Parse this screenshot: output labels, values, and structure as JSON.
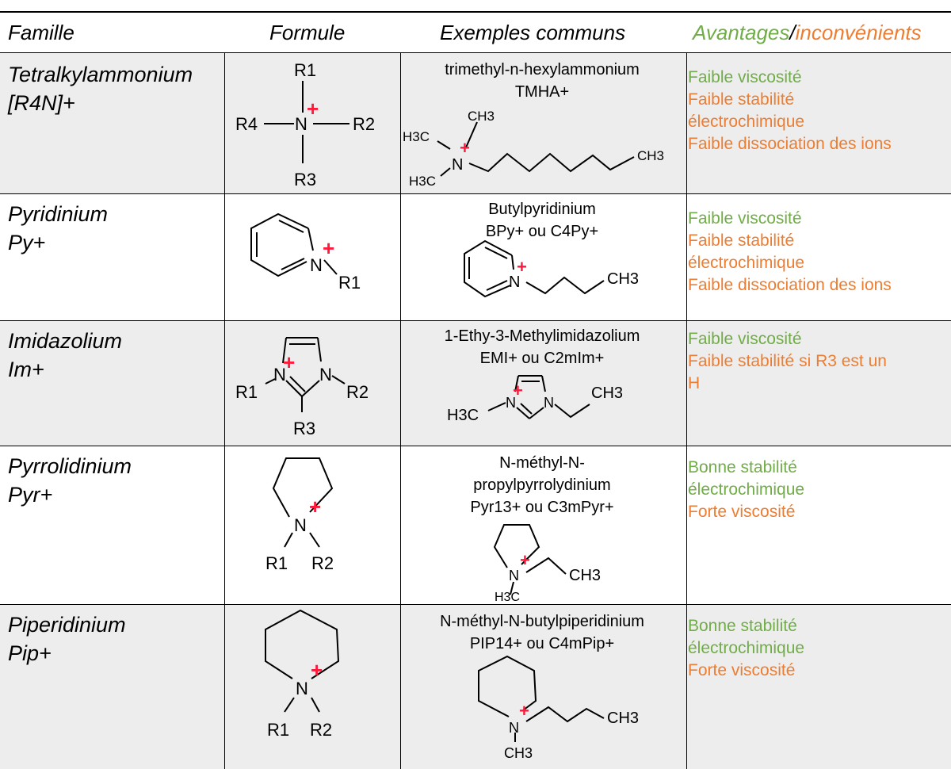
{
  "headers": {
    "famille": "Famille",
    "formule": "Formule",
    "exemples": "Exemples communs",
    "avantages": "Avantages",
    "slash": "/",
    "inconvenients": "inconvénients"
  },
  "rows": [
    {
      "family_name": "Tetralkylammonium",
      "family_formula": "[R4N]+",
      "example_lines": [
        "trimethyl-n-hexylammonium",
        "TMHA+"
      ],
      "pros": [
        "Faible viscosité"
      ],
      "cons": [
        "Faible stabilité",
        "électrochimique",
        "Faible dissociation des ions"
      ]
    },
    {
      "family_name": "Pyridinium",
      "family_formula": "Py+",
      "example_lines": [
        "Butylpyridinium",
        "BPy+ ou C4Py+"
      ],
      "pros": [
        "Faible viscosité"
      ],
      "cons": [
        "Faible stabilité",
        "électrochimique",
        "Faible dissociation des ions"
      ]
    },
    {
      "family_name": "Imidazolium",
      "family_formula": "Im+",
      "example_lines": [
        "1-Ethy-3-Methylimidazolium",
        "EMI+ ou C2mIm+"
      ],
      "pros": [
        "Faible viscosité"
      ],
      "cons": [
        "Faible stabilité si R3 est un",
        "H"
      ]
    },
    {
      "family_name": "Pyrrolidinium",
      "family_formula": "Pyr+",
      "example_lines": [
        "N-méthyl-N-",
        "propylpyrrolydinium",
        "Pyr13+ ou C3mPyr+"
      ],
      "pros": [
        "Bonne stabilité",
        "électrochimique"
      ],
      "cons": [
        "Forte viscosité"
      ]
    },
    {
      "family_name": "Piperidinium",
      "family_formula": "Pip+",
      "example_lines": [
        "N-méthyl-N-butylpiperidinium",
        "PIP14+ ou C4mPip+"
      ],
      "pros": [
        "Bonne stabilité",
        "électrochimique"
      ],
      "cons": [
        "Forte viscosité"
      ]
    }
  ],
  "structure_labels": {
    "r1": "R1",
    "r2": "R2",
    "r3": "R3",
    "r4": "R4",
    "n": "N",
    "plus": "+",
    "ch3": "CH3",
    "h3c": "H3C"
  },
  "colors": {
    "pros": "#70ad47",
    "cons": "#ed7d31",
    "charge": "#ff1a3c",
    "row_shade": "#ededed"
  }
}
